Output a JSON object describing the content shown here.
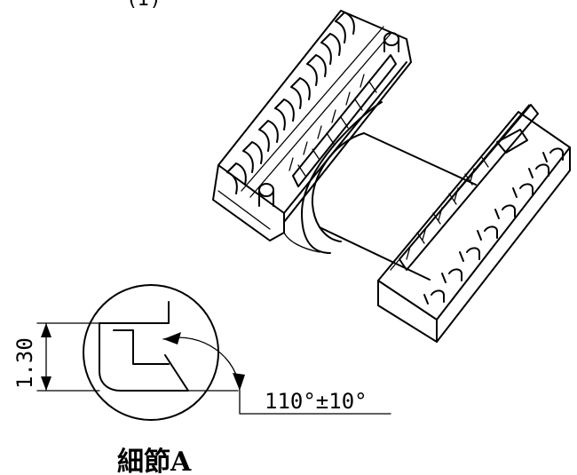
{
  "header": {
    "partial_label": "(I)"
  },
  "detail": {
    "caption": "細節A",
    "height_dim": "1.30",
    "angle_dim": "110°±10°"
  }
}
